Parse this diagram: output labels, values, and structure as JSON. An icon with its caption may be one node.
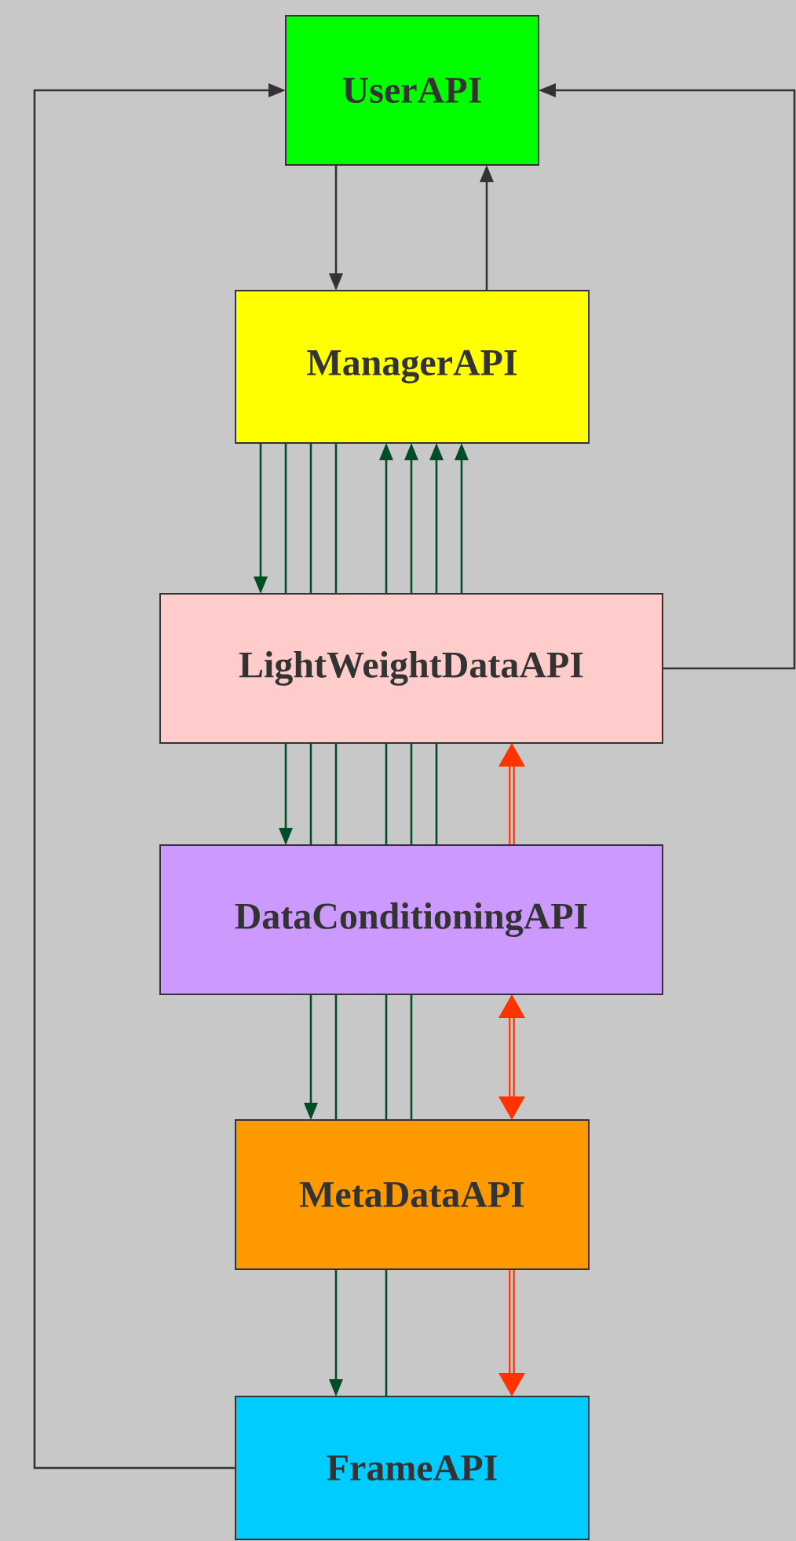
{
  "diagram": {
    "nodes": [
      {
        "text": [
          "UserAPI"
        ]
      },
      {
        "text": [
          "ManagerAPI"
        ]
      },
      {
        "text": [
          "LightWeightDataAPI"
        ]
      },
      {
        "text": [
          "DataConditioningAPI"
        ]
      },
      {
        "text": [
          "MetaDataAPI"
        ]
      },
      {
        "text": [
          "FrameAPI"
        ]
      }
    ],
    "edges": [
      {
        "from": 0,
        "to": 1,
        "arrow": "to",
        "color": "#333333"
      },
      {
        "from": 1,
        "to": 0,
        "arrow": "to",
        "color": "#333333"
      },
      {
        "from": 5,
        "to": 0,
        "arrow": "to",
        "color": "#333333"
      },
      {
        "from": 2,
        "to": 0,
        "arrow": "to",
        "color": "#333333"
      },
      {
        "from": 1,
        "to": 2,
        "arrow": "to"
      },
      {
        "from": 1,
        "to": 2,
        "arrow": "none"
      },
      {
        "from": 1,
        "to": 2,
        "arrow": "none"
      },
      {
        "from": 1,
        "to": 2,
        "arrow": "none"
      },
      {
        "from": 2,
        "to": 1,
        "arrow": "to"
      },
      {
        "from": 2,
        "to": 1,
        "arrow": "to"
      },
      {
        "from": 2,
        "to": 1,
        "arrow": "to"
      },
      {
        "from": 2,
        "to": 1,
        "arrow": "to"
      },
      {
        "from": 2,
        "to": 3,
        "arrow": "to"
      },
      {
        "from": 2,
        "to": 3,
        "arrow": "none"
      },
      {
        "from": 2,
        "to": 3,
        "arrow": "none"
      },
      {
        "from": 2,
        "to": 3,
        "arrow": "none"
      },
      {
        "from": 2,
        "to": 3,
        "arrow": "none"
      },
      {
        "from": 2,
        "to": 3,
        "arrow": "none"
      },
      {
        "from": 3,
        "to": 4,
        "arrow": "to"
      },
      {
        "from": 3,
        "to": 4,
        "arrow": "none"
      },
      {
        "from": 3,
        "to": 4,
        "arrow": "none"
      },
      {
        "from": 3,
        "to": 4,
        "arrow": "none"
      },
      {
        "from": 4,
        "to": 5,
        "arrow": "to"
      },
      {
        "from": 4,
        "to": 5,
        "arrow": "none"
      },
      {
        "from": 3,
        "to": 2,
        "arrow": "to",
        "style": "thick",
        "color": "#ff3300"
      },
      {
        "from": 3,
        "to": 4,
        "arrow": "both",
        "style": "thick",
        "color": "#ff3300"
      },
      {
        "from": 4,
        "to": 5,
        "arrow": "to",
        "style": "thick",
        "color": "#ff3300"
      }
    ]
  }
}
